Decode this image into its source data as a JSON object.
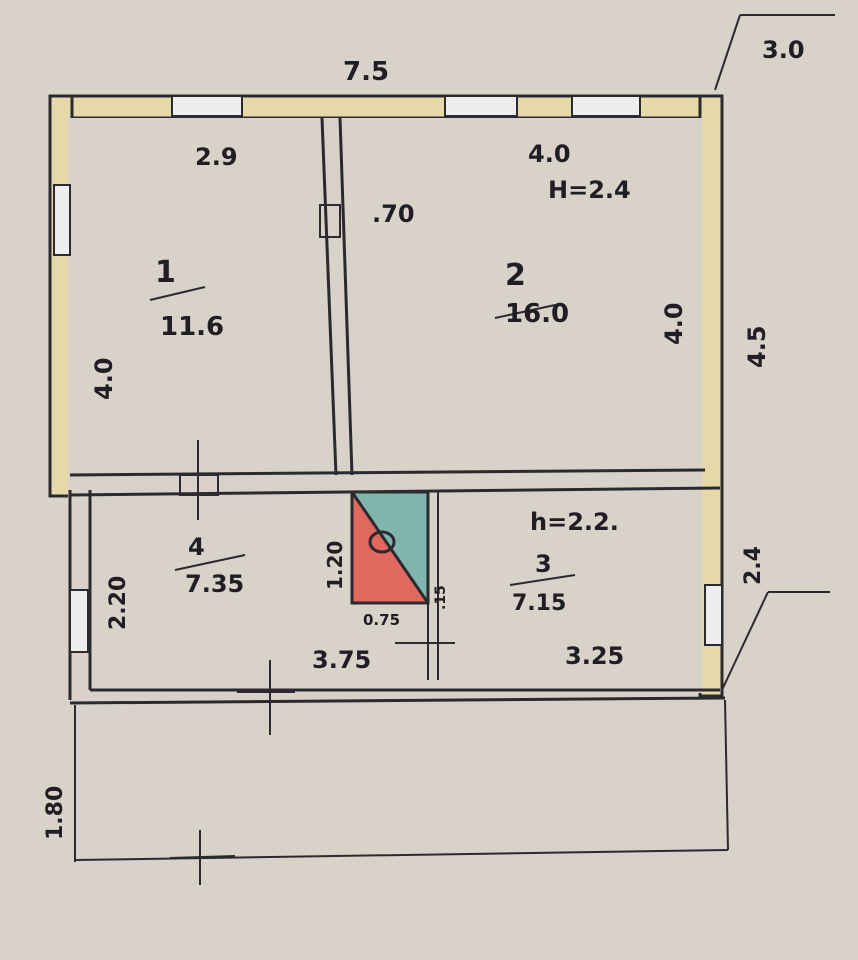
{
  "plan": {
    "overall_width": "7.5",
    "porch_width": "3.0",
    "overall_depth": "4.5",
    "room1": {
      "number": "1",
      "area": "11.6",
      "width": "2.9",
      "depth": "4.0"
    },
    "room2": {
      "number": "2",
      "area": "16.0",
      "width": "4.0",
      "depth": "4.0",
      "height": "Н=2.4"
    },
    "door_width": ".70",
    "room4": {
      "number": "4",
      "area": "7.35",
      "width": "3.75",
      "depth": "2.20"
    },
    "room3": {
      "number": "3",
      "area": "7.15",
      "width": "3.25",
      "depth": "2.4",
      "height": "h=2.2."
    },
    "stove": {
      "depth": "1.20",
      "width": "0.75",
      "side": ".15",
      "colors": {
        "red": "#e0685e",
        "teal": "#7fb5ac"
      }
    },
    "veranda_depth": "1.80"
  }
}
